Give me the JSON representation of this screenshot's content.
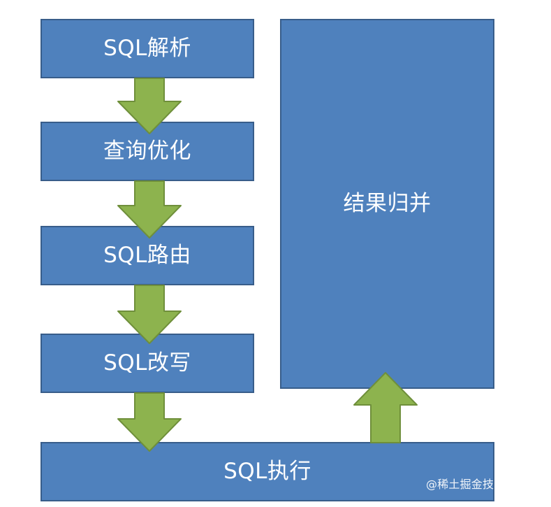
{
  "diagram": {
    "boxes": [
      {
        "id": "parse",
        "label": "SQL解析"
      },
      {
        "id": "optimize",
        "label": "查询优化"
      },
      {
        "id": "route",
        "label": "SQL路由"
      },
      {
        "id": "rewrite",
        "label": "SQL改写"
      },
      {
        "id": "execute",
        "label": "SQL执行"
      },
      {
        "id": "merge",
        "label": "结果归并"
      }
    ],
    "flow": [
      {
        "from": "parse",
        "to": "optimize",
        "direction": "down"
      },
      {
        "from": "optimize",
        "to": "route",
        "direction": "down"
      },
      {
        "from": "route",
        "to": "rewrite",
        "direction": "down"
      },
      {
        "from": "rewrite",
        "to": "execute",
        "direction": "down"
      },
      {
        "from": "execute",
        "to": "merge",
        "direction": "up"
      }
    ],
    "colors": {
      "box_fill": "#4f81bd",
      "box_border": "#385d8a",
      "arrow_fill": "#8db34e",
      "arrow_stroke": "#6f8f3b",
      "text": "#ffffff"
    }
  },
  "watermark": {
    "text": "@稀土掘金技术社区"
  }
}
